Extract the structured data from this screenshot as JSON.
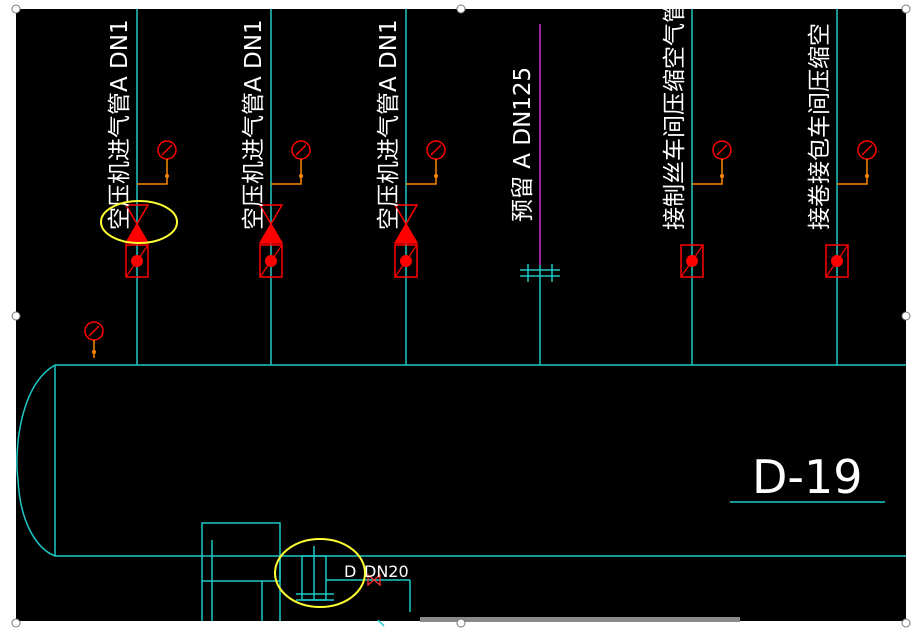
{
  "pipes": [
    {
      "label": "空压机进气管A DN1",
      "type": "valve"
    },
    {
      "label": "空压机进气管A DN1",
      "type": "valve"
    },
    {
      "label": "空压机进气管A DN1",
      "type": "valve"
    },
    {
      "label": "预留 A DN125",
      "type": "flange"
    },
    {
      "label": "接制丝车间压缩空气管",
      "type": "gauge"
    },
    {
      "label": "接卷接包车间压缩空",
      "type": "gauge"
    }
  ],
  "tank_label": "D-19",
  "dn_label": "DN20",
  "d_label": "D",
  "colors": {
    "background": "#000000",
    "pipe": "#1fc8c8",
    "symbol": "#ff0000",
    "highlight": "#ffff33",
    "reserved_pipe": "#cc33cc",
    "gauge_stem": "#ff8800"
  }
}
